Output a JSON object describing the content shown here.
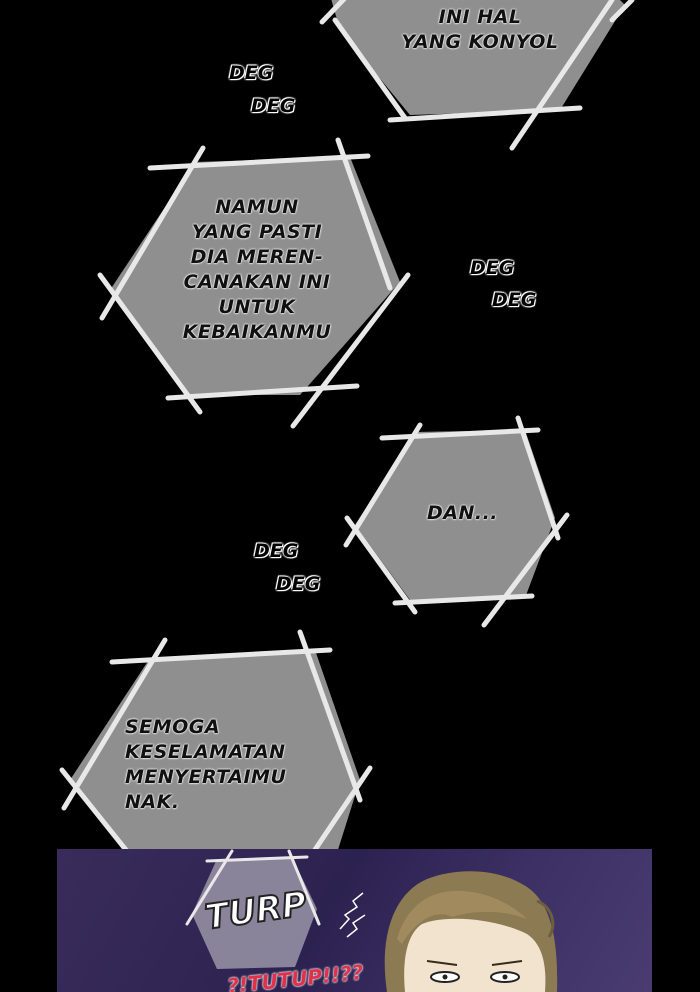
{
  "colors": {
    "page_background": "#000000",
    "bubble_fill": "#8f8f8f",
    "bubble_stroke": "#e8e8e8",
    "panel_background": "#2e2452",
    "shout_text": "#e0304a"
  },
  "bubbles": [
    {
      "text": "MENGANGGAP\nINI HAL\nYANG KONYOL"
    },
    {
      "text": "NAMUN\nYANG PASTI\nDIA MEREN-\nCANAKAN INI\nUNTUK\nKEBAIKANMU"
    },
    {
      "text": "DAN..."
    },
    {
      "text": "SEMOGA\nKESELAMATAN\nMENYERTAIMU\nNAK."
    }
  ],
  "sfx": [
    {
      "text": "DEG"
    },
    {
      "text": "DEG"
    },
    {
      "text": "DEG"
    },
    {
      "text": "DEG"
    },
    {
      "text": "DEG"
    },
    {
      "text": "DEG"
    }
  ],
  "panel": {
    "sound_effect": "TURP",
    "shout_text": "?!TUTUP!!??",
    "character": "brown-haired-boy"
  }
}
